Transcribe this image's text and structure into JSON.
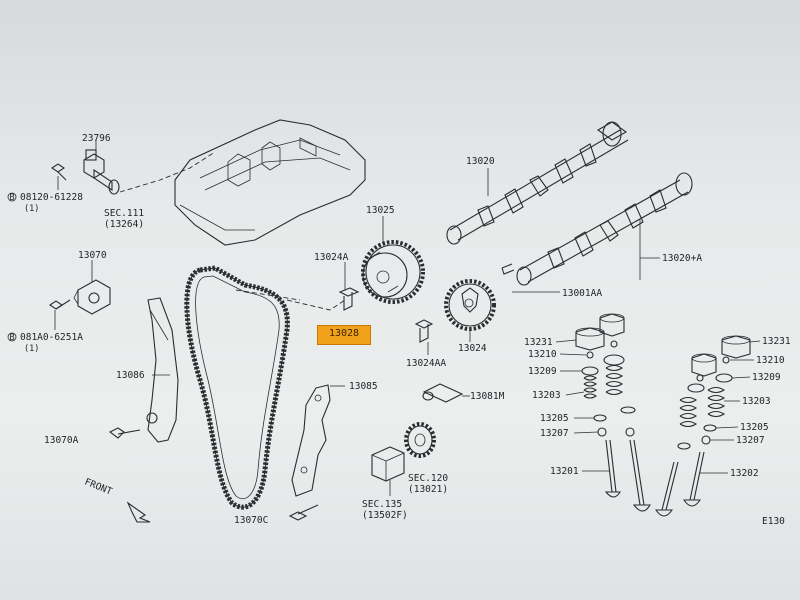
{
  "diagram": {
    "highlighted_part": "13028",
    "labels": {
      "p23796": "23796",
      "bolt1": "08120-61228",
      "bolt1_qty": "(1)",
      "sec111": "SEC.111",
      "sec111_sub": "(13264)",
      "p13070": "13070",
      "bolt2": "081A0-6251A",
      "bolt2_qty": "(1)",
      "p13086": "13086",
      "p13070A": "13070A",
      "p13025": "13025",
      "p13024A": "13024A",
      "p13024AA": "13024AA",
      "p13024": "13024",
      "p13085": "13085",
      "p13081M": "13081M",
      "sec135": "SEC.135",
      "sec135_sub": "(13502F)",
      "sec120": "SEC.120",
      "sec120_sub": "(13021)",
      "p13070C": "13070C",
      "front": "FRONT",
      "p13020": "13020",
      "p13020A": "13020+A",
      "p13001AA": "13001AA",
      "l13231": "13231",
      "l13210": "13210",
      "l13209": "13209",
      "l13203": "13203",
      "l13205": "13205",
      "l13207": "13207",
      "l13201": "13201",
      "r13231": "13231",
      "r13210": "13210",
      "r13209": "13209",
      "r13203": "13203",
      "r13205": "13205",
      "r13207": "13207",
      "r13202": "13202",
      "code": "E130"
    }
  }
}
